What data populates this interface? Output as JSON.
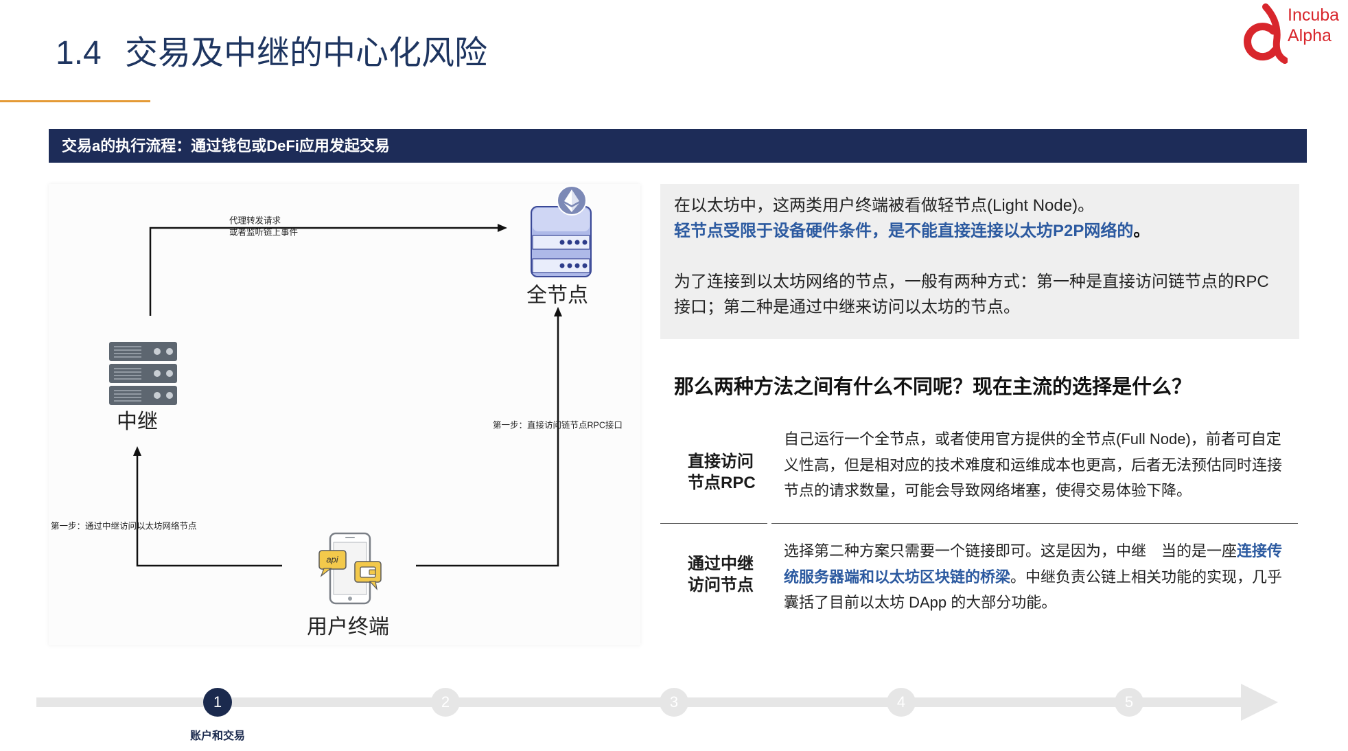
{
  "colors": {
    "title": "#1e3560",
    "navy": "#1d2c58",
    "accent_orange": "#e49a36",
    "emphasis_blue": "#2c5aa0",
    "logo_red": "#d8262c",
    "panel_gray": "#efefef",
    "track_gray": "#e6e6e6"
  },
  "header": {
    "number": "1.4",
    "title": "交易及中继的中心化风险"
  },
  "logo": {
    "line1": "Incuba",
    "line2": "Alpha",
    "icon": "incuba-alpha-logo-mark"
  },
  "banner": {
    "text": "交易a的执行流程：通过钱包或DeFi应用发起交易"
  },
  "diagram": {
    "nodes": {
      "full_node": {
        "label": "全节点",
        "icon": "ethereum-server-icon"
      },
      "relay": {
        "label": "中继",
        "icon": "server-rack-icon"
      },
      "user_terminal": {
        "label": "用户终端",
        "icon": "mobile-api-icon",
        "badge": "api"
      }
    },
    "edges": {
      "relay_to_full_node": {
        "label": [
          "代理转发请求",
          "或者监听链上事件"
        ]
      },
      "terminal_to_relay": {
        "label": "第一步：通过中继访问以太坊网络节点"
      },
      "terminal_to_full_node": {
        "label": "第一步：直接访问链节点RPC接口"
      }
    }
  },
  "intro": {
    "line1": "在以太坊中，这两类用户终端被看做轻节点(Light Node)。",
    "line2_emphasis": "轻节点受限于设备硬件条件，是不能直接连接以太坊P2P网络的",
    "line2_end": "。",
    "para_line1": "为了连接到以太坊网络的节点，一般有两种方式：第一种是直接访问链节点的RPC",
    "para_line2": "接口；第二种是通过中继来访问以太坊的节点。"
  },
  "question": "那么两种方法之间有什么不同呢？现在主流的选择是什么？",
  "comparison": {
    "rows": [
      {
        "label": [
          "直接访问",
          "节点RPC"
        ],
        "lines": [
          [
            {
              "text": "自己运行一个全节点，或者使用官方提供的全节点(Full Node)，前者可自定",
              "emphasis": false
            }
          ],
          [
            {
              "text": "义性高，但是相对应的技术难度和运维成本也更高，后者无法预估同时连接",
              "emphasis": false
            }
          ],
          [
            {
              "text": "节点的请求数量，可能会导致网络堵塞，使得交易体验下降。",
              "emphasis": false
            }
          ]
        ]
      },
      {
        "label": [
          "通过中继",
          "访问节点"
        ],
        "lines": [
          [
            {
              "text": "选择第二种方案只需要一个链接即可。这是因为，中继　当的是一座",
              "emphasis": false
            },
            {
              "text": "连接传",
              "emphasis": true
            }
          ],
          [
            {
              "text": "统服务器端和以太坊区块链的桥梁",
              "emphasis": true
            },
            {
              "text": "。中继负责公链上相关功能的实现，几乎",
              "emphasis": false
            }
          ],
          [
            {
              "text": "囊括了目前以太坊 DApp 的大部分功能。",
              "emphasis": false
            }
          ]
        ]
      }
    ]
  },
  "progress": {
    "current_step": 1,
    "steps": [
      {
        "number": "1",
        "label": "账户和交易",
        "active": true
      },
      {
        "number": "2",
        "active": false
      },
      {
        "number": "3",
        "active": false
      },
      {
        "number": "4",
        "active": false
      },
      {
        "number": "5",
        "active": false
      }
    ]
  }
}
